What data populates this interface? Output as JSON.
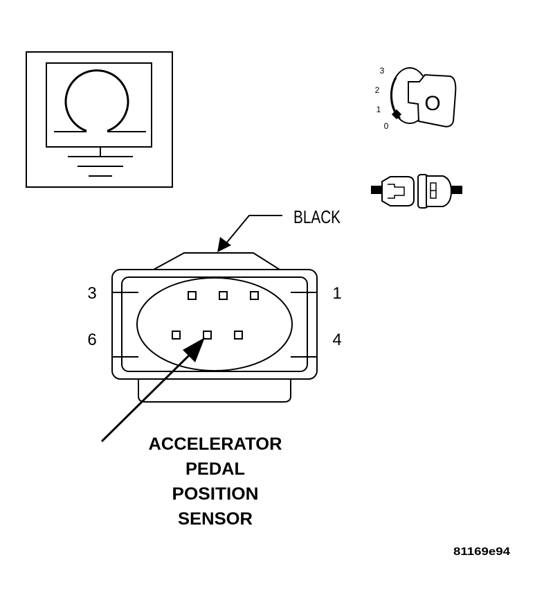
{
  "ignition": {
    "positions": [
      "3",
      "2",
      "1",
      "0"
    ],
    "key_symbol": "O"
  },
  "connector": {
    "color_label": "BLACK",
    "pin_labels": {
      "top_left": "3",
      "top_right": "1",
      "bottom_left": "6",
      "bottom_right": "4"
    }
  },
  "component": {
    "name_lines": [
      "ACCELERATOR",
      "PEDAL",
      "POSITION",
      "SENSOR"
    ]
  },
  "figure_id": "81169e94"
}
